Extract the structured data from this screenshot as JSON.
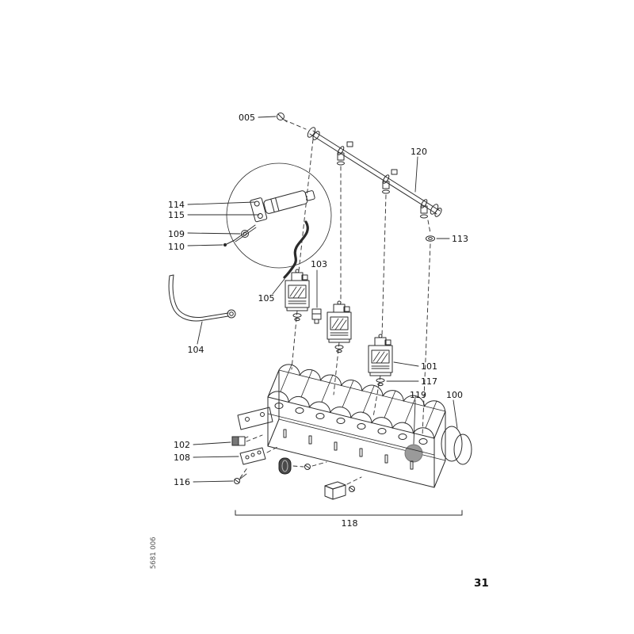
{
  "page": {
    "number": "31",
    "doc_code": "5681 006"
  },
  "labels": {
    "l005": "005",
    "l100": "100",
    "l101": "101",
    "l102": "102",
    "l103": "103",
    "l104": "104",
    "l105": "105",
    "l108": "108",
    "l109": "109",
    "l110": "110",
    "l113": "113",
    "l114": "114",
    "l115": "115",
    "l116": "116",
    "l117": "117",
    "l118": "118",
    "l119": "119",
    "l120": "120"
  }
}
